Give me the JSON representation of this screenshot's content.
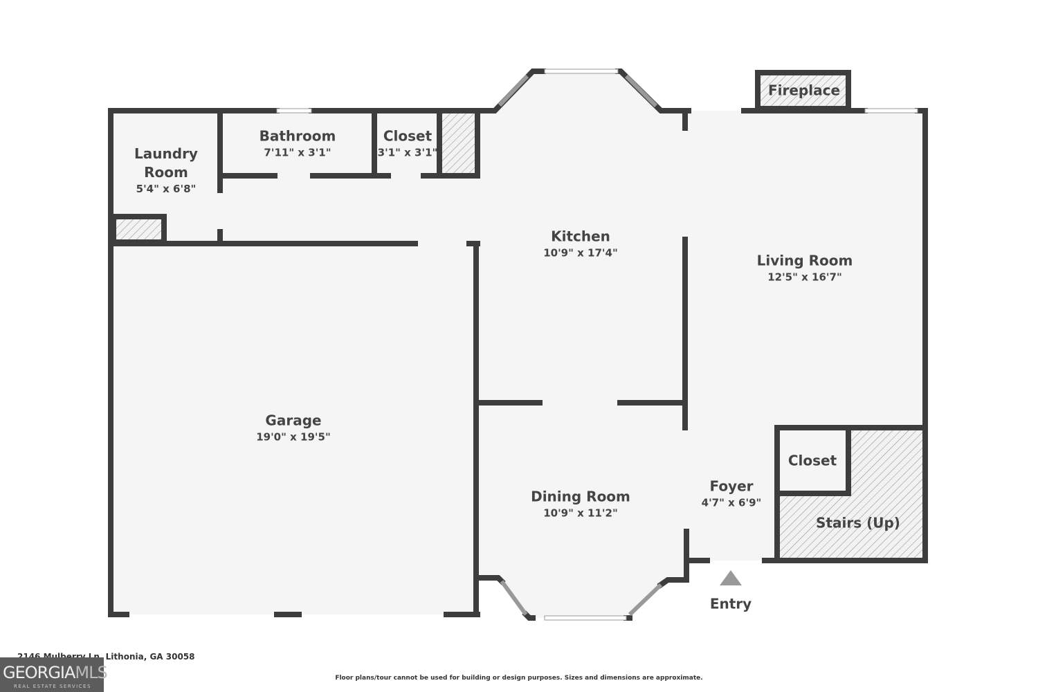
{
  "rooms": {
    "laundry": {
      "name_line1": "Laundry",
      "name_line2": "Room",
      "dims": "5'4\" x 6'8\""
    },
    "bathroom": {
      "name": "Bathroom",
      "dims": "7'11\" x 3'1\""
    },
    "closet_top": {
      "name": "Closet",
      "dims": "3'1\" x 3'1\""
    },
    "fireplace": {
      "name": "Fireplace"
    },
    "kitchen": {
      "name": "Kitchen",
      "dims": "10'9\" x 17'4\""
    },
    "living": {
      "name": "Living Room",
      "dims": "12'5\" x 16'7\""
    },
    "garage": {
      "name": "Garage",
      "dims": "19'0\" x 19'5\""
    },
    "dining": {
      "name": "Dining Room",
      "dims": "10'9\" x 11'2\""
    },
    "foyer": {
      "name": "Foyer",
      "dims": "4'7\" x 6'9\""
    },
    "closet_foyer": {
      "name": "Closet"
    },
    "stairs": {
      "name": "Stairs (Up)"
    },
    "entry": {
      "name": "Entry"
    }
  },
  "footer": {
    "address": "2146 Mulberry Ln, Lithonia, GA 30058",
    "disclaimer": "Floor plans/tour cannot be used for building or design purposes. Sizes and dimensions are approximate.",
    "logo_text_1": "GEORGIA",
    "logo_text_2": "MLS",
    "logo_sub": "REAL ESTATE SERVICES"
  },
  "colors": {
    "wall": "#3d3d3d",
    "floor": "#f5f5f5",
    "text": "#444444"
  }
}
